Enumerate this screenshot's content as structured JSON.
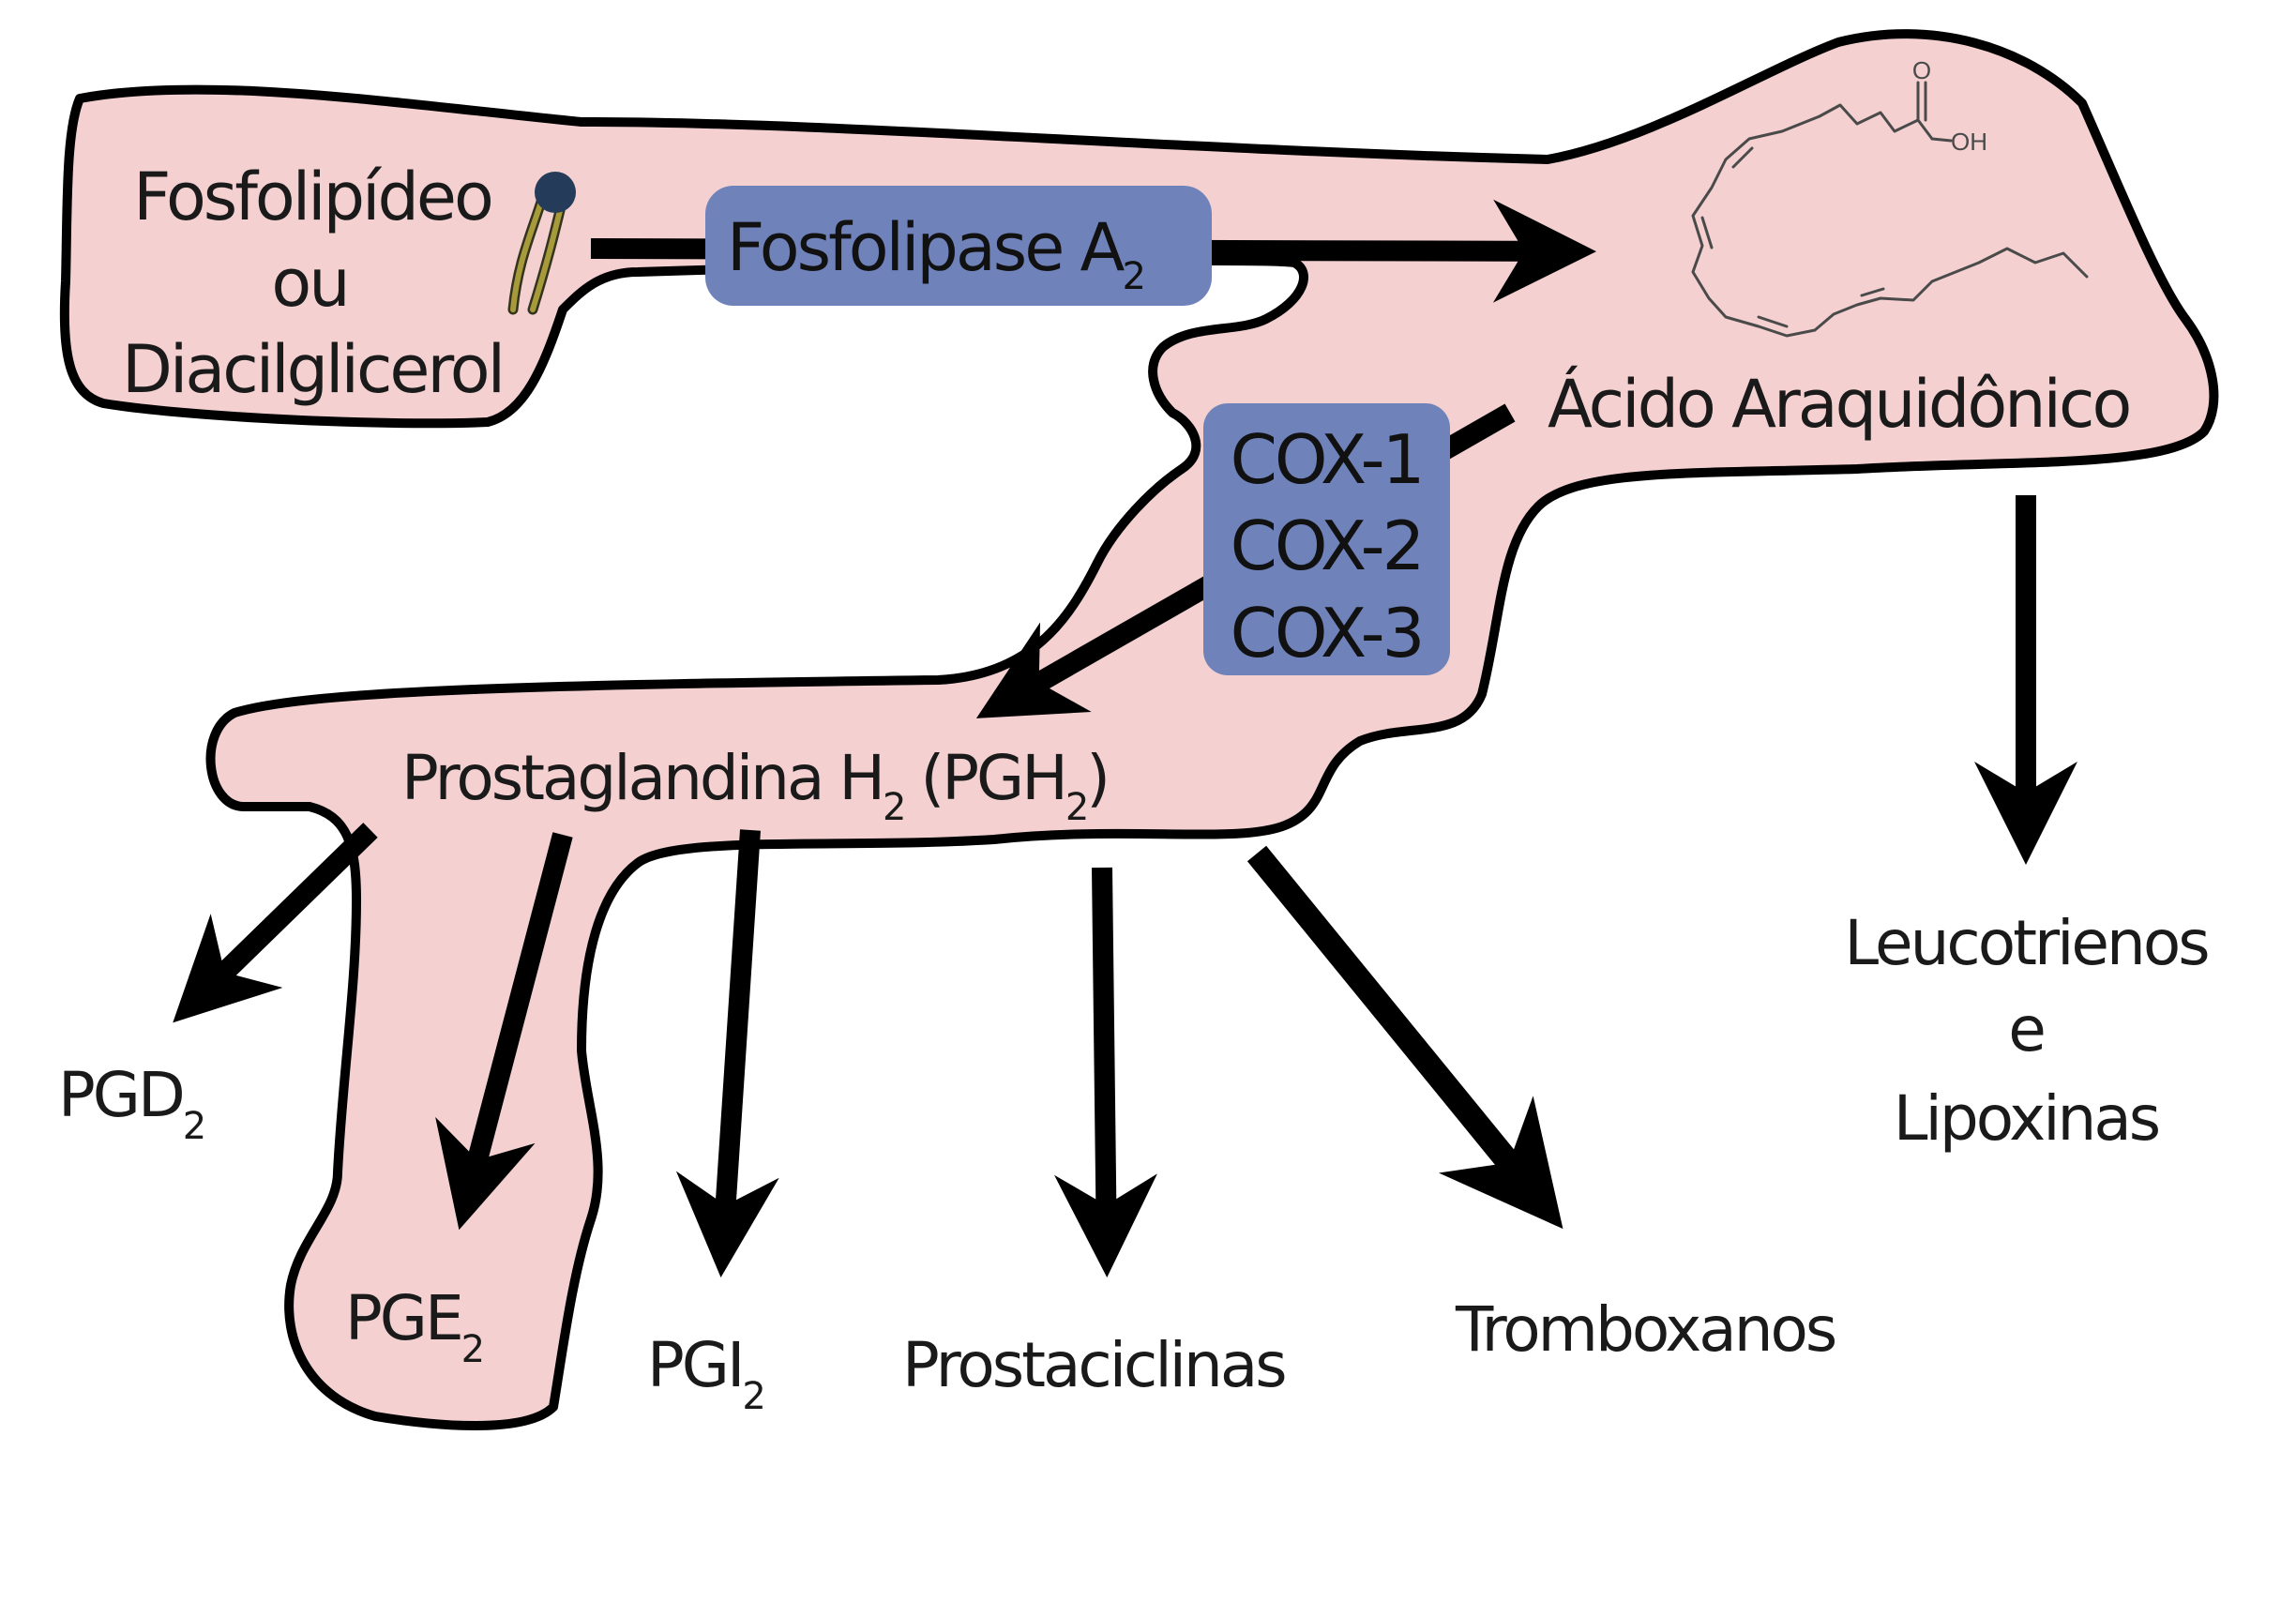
{
  "colors": {
    "region_fill": "#f4d0d0",
    "region_stroke": "#000000",
    "enzyme_box": "#6f83ba",
    "arrow": "#000000",
    "text": "#1a1a1a"
  },
  "nodes": {
    "source_line1": "Fosfolipídeo",
    "source_line2": "ou",
    "source_line3": "Diacilglicerol",
    "arachidonic": "Ácido Araquidônico",
    "pgh2_main": "Prostaglandina H",
    "pgh2_sub1": "2",
    "pgh2_paren": "(PGH",
    "pgh2_sub2": "2",
    "pgh2_close": ")",
    "pgd2_main": "PGD",
    "pgd2_sub": "2",
    "pge2_main": "PGE",
    "pge2_sub": "2",
    "pgi2_main": "PGI",
    "pgi2_sub": "2",
    "prostacyclins": "Prostaciclinas",
    "thromboxanes": "Tromboxanos",
    "leuko_line1": "Leucotrienos",
    "leuko_line2": "e",
    "leuko_line3": "Lipoxinas"
  },
  "enzymes": {
    "pla2_main": "Fosfolipase A",
    "pla2_sub": "2",
    "cox1": "COX-1",
    "cox2": "COX-2",
    "cox3": "COX-3"
  },
  "molecule": {
    "oxygen": "O",
    "hydroxyl": "OH"
  },
  "icons": {
    "phospholipid": "phospholipid-icon"
  }
}
